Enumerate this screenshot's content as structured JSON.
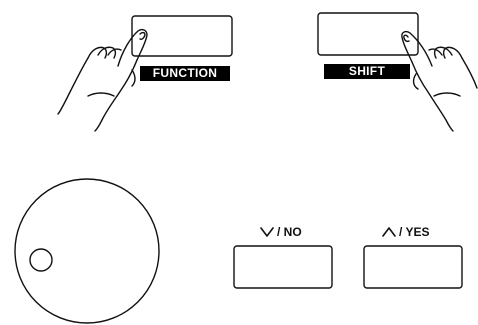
{
  "buttons": {
    "function": {
      "label": "FUNCTION"
    },
    "shift": {
      "label": "SHIFT"
    },
    "no": {
      "label": "/ NO",
      "symbol": "chevron-down-icon"
    },
    "yes": {
      "label": "/ YES",
      "symbol": "chevron-up-icon"
    }
  },
  "dial": {
    "name": "data-dial"
  },
  "colors": {
    "line": "#111111",
    "label_background": "#000000",
    "label_text": "#ffffff"
  }
}
